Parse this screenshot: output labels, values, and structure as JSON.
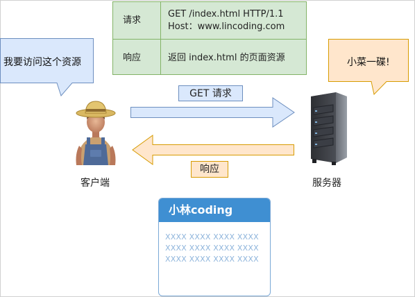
{
  "table": {
    "rows": [
      {
        "label": "请求",
        "content_lines": [
          "GET /index.html HTTP/1.1",
          "Host：www.lincoding.com"
        ]
      },
      {
        "label": "响应",
        "content_lines": [
          "返回 index.html 的页面资源"
        ]
      }
    ]
  },
  "client": {
    "bubble": "我要访问这个资源",
    "caption": "客户端",
    "icon": "farmer-icon"
  },
  "server": {
    "bubble": "小菜一碟!",
    "caption": "服务器",
    "icon": "server-rack-icon"
  },
  "request_arrow": {
    "label": "GET 请求"
  },
  "response_arrow": {
    "label": "响应"
  },
  "card": {
    "title": "小林coding",
    "lines": [
      "XXXX XXXX XXXX XXXX",
      "XXXX XXXX XXXX XXXX",
      "XXXX XXXX XXXX XXXX"
    ]
  },
  "colors": {
    "table_fill": "#d5e8d4",
    "table_stroke": "#82b366",
    "blue_fill": "#dae8fc",
    "blue_stroke": "#6c8ebf",
    "orange_fill": "#ffe6cc",
    "orange_stroke": "#d79b00",
    "card_header": "#3f8fd2"
  }
}
